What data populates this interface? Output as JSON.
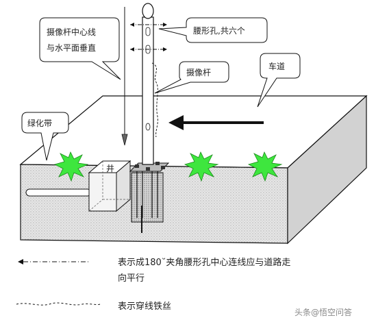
{
  "callouts": {
    "pole_center_line_1": "摄像杆中心线",
    "pole_center_line_2": "与水平面垂直",
    "waist_holes": "腰形孔,共六个",
    "camera_pole": "摄像杆",
    "lane": "车道",
    "green_belt": "绿化带"
  },
  "well_label": "井",
  "legend": {
    "dashdot_line1": "表示成180˘夹角腰形孔中心连线应与道路走",
    "dashdot_line2": "向平行",
    "dashed_text": "表示穿线铁丝"
  },
  "watermark": "头条@悟空问答",
  "colors": {
    "outline": "#111111",
    "box_top": "#ffffff",
    "box_side": "#d8d8d8",
    "grass": "#39e639",
    "dirt": "#cfcfcf",
    "pole": "#ffffff"
  },
  "icons": [
    "burst-grass-icon",
    "arrow-left-icon",
    "plumb-bob-icon"
  ]
}
